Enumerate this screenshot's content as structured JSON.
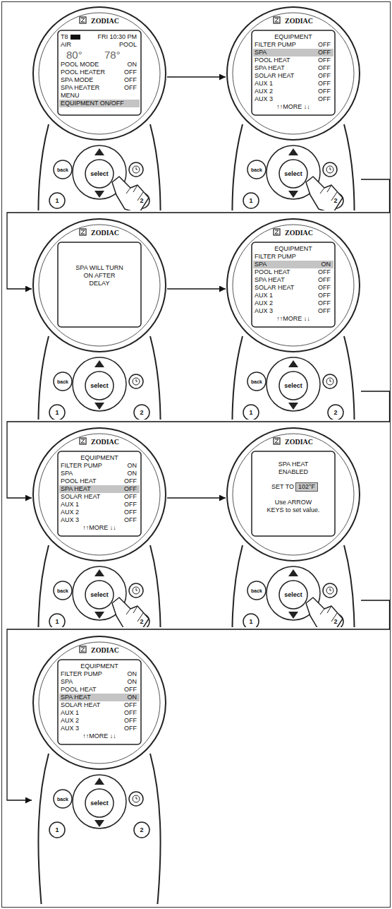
{
  "diagram": {
    "nodes": [
      {
        "text": [
          "T8",
          "FRI 10:30 PM",
          "AIR",
          "POOL",
          "80°",
          "78°",
          "POOL MODE",
          "ON",
          "POOL HEATER",
          "OFF",
          "SPA MODE",
          "OFF",
          "SPA HEATER",
          "OFF",
          "MENU",
          "EQUIPMENT ON/OFF"
        ]
      },
      {
        "text": [
          "EQUIPMENT",
          "FILTER PUMP",
          "OFF",
          "SPA",
          "OFF",
          "POOL HEAT",
          "OFF",
          "SPA HEAT",
          "OFF",
          "SOLAR HEAT",
          "OFF",
          "AUX 1",
          "OFF",
          "AUX 2",
          "OFF",
          "AUX 3",
          "OFF",
          "↑↑MORE ↓↓"
        ]
      },
      {
        "text": [
          "SPA WILL TURN ON AFTER DELAY"
        ]
      },
      {
        "text": [
          "EQUIPMENT",
          "FILTER PUMP",
          "SPA",
          "ON",
          "POOL HEAT",
          "OFF",
          "SPA HEAT",
          "OFF",
          "SOLAR HEAT",
          "OFF",
          "AUX 1",
          "OFF",
          "AUX 2",
          "OFF",
          "AUX 3",
          "OFF",
          "↑↑MORE ↓↓"
        ]
      },
      {
        "text": [
          "EQUIPMENT",
          "FILTER PUMP",
          "ON",
          "SPA",
          "ON",
          "POOL HEAT",
          "OFF",
          "SPA HEAT",
          "OFF",
          "SOLAR HEAT",
          "OFF",
          "AUX 1",
          "OFF",
          "AUX 2",
          "OFF",
          "AUX 3",
          "OFF",
          "↑↑MORE ↓↓"
        ]
      },
      {
        "text": [
          "SPA HEAT ENABLED",
          "SET TO",
          "102°F",
          "Use ARROW KEYS to set value."
        ]
      },
      {
        "text": [
          "EQUIPMENT",
          "FILTER PUMP",
          "ON",
          "SPA",
          "ON",
          "POOL HEAT",
          "OFF",
          "SPA HEAT",
          "ON",
          "SOLAR HEAT",
          "OFF",
          "AUX 1",
          "OFF",
          "AUX 2",
          "OFF",
          "AUX 3",
          "OFF",
          "↑↑MORE ↓↓"
        ]
      }
    ],
    "edges": [
      {
        "from": 0,
        "to": 1,
        "arrow": "to"
      },
      {
        "from": 1,
        "to": 2,
        "arrow": "to"
      },
      {
        "from": 2,
        "to": 3,
        "arrow": "to"
      },
      {
        "from": 3,
        "to": 4,
        "arrow": "to"
      },
      {
        "from": 4,
        "to": 5,
        "arrow": "to"
      },
      {
        "from": 5,
        "to": 6,
        "arrow": "to"
      }
    ],
    "labels": [
      "ZODIAC",
      "back",
      "select",
      "1",
      "2",
      "ZODIAC",
      "back",
      "select",
      "1",
      "2",
      "ZODIAC",
      "back",
      "select",
      "1",
      "2",
      "ZODIAC",
      "back",
      "select",
      "1",
      "2",
      "ZODIAC",
      "back",
      "select",
      "1",
      "2",
      "ZODIAC",
      "back",
      "select",
      "1",
      "2",
      "ZODIAC",
      "back",
      "select",
      "1",
      "2"
    ]
  }
}
